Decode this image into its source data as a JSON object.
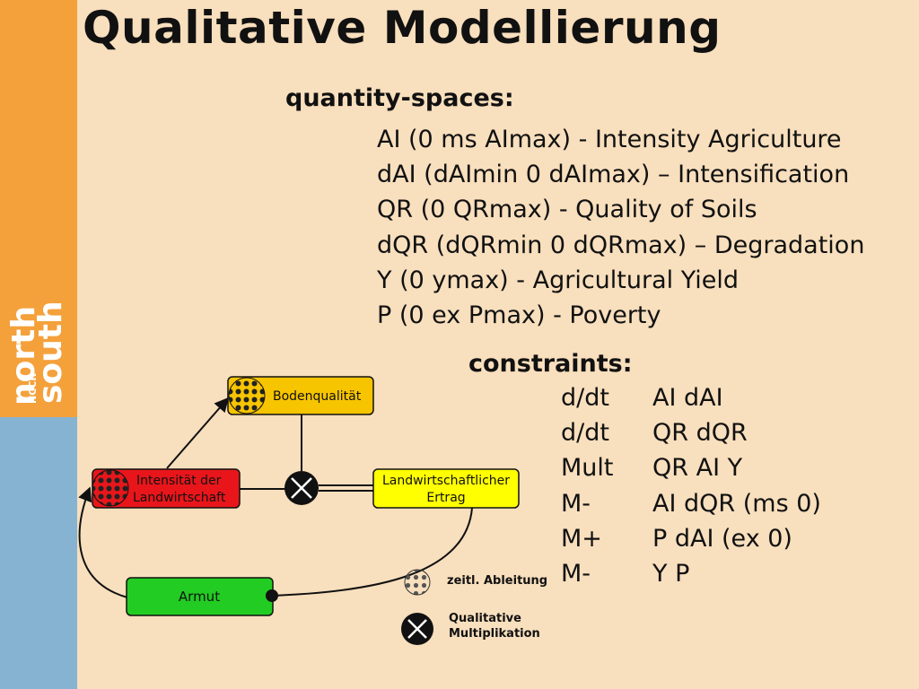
{
  "title": "Qualitative Modellierung",
  "logo": {
    "top": "north",
    "bottom": "south",
    "sub": "NCCR"
  },
  "quantity_spaces": {
    "heading": "quantity-spaces:",
    "items": [
      "AI (0 ms AImax) - Intensity Agriculture",
      "dAI (dAImin 0 dAImax) – Intensification",
      "QR (0 QRmax) - Quality of Soils",
      "dQR (dQRmin 0 dQRmax) – Degradation",
      "Y (0 ymax) - Agricultural Yield",
      "P (0 ex Pmax) - Poverty"
    ]
  },
  "constraints": {
    "heading": "constraints:",
    "rows": [
      {
        "op": "d/dt",
        "args": "AI dAI"
      },
      {
        "op": "d/dt",
        "args": "QR dQR"
      },
      {
        "op": "Mult",
        "args": "QR AI Y"
      },
      {
        "op": "M-",
        "args": "AI dQR (ms 0)"
      },
      {
        "op": "M+",
        "args": "P dAI (ex 0)"
      },
      {
        "op": "M-",
        "args": "Y P"
      }
    ]
  },
  "diagram": {
    "nodes": {
      "boden": {
        "label": "Bodenqualität",
        "color": "#f7c400"
      },
      "intensitaet": {
        "line1": "Intensität der",
        "line2": "Landwirtschaft",
        "color": "#e8161b"
      },
      "ertrag": {
        "line1": "Landwirtschaftlicher",
        "line2": "Ertrag",
        "color": "#ffff00"
      },
      "armut": {
        "label": "Armut",
        "color": "#22cc22"
      }
    },
    "legend": {
      "derivative": "zeitl. Ableitung",
      "mult_line1": "Qualitative",
      "mult_line2": "Multiplikation"
    }
  }
}
